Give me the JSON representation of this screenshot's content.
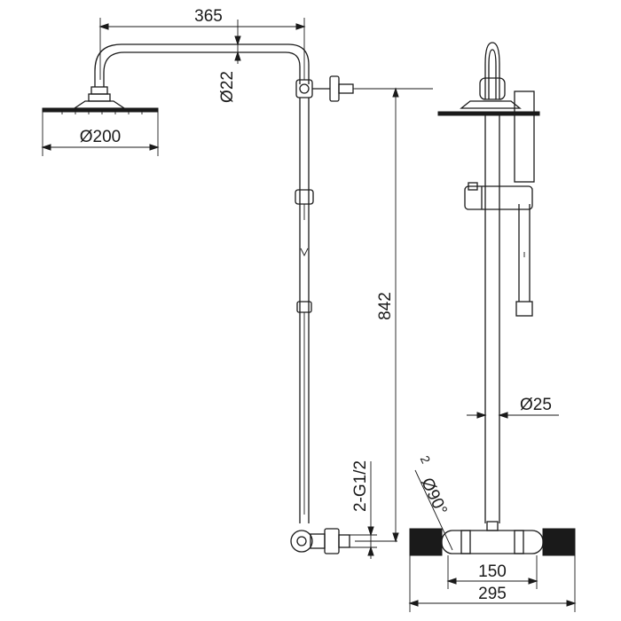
{
  "dimensions": {
    "arm_length": "365",
    "pipe_diameter": "Ø22",
    "head_diameter": "Ø200",
    "height": "842",
    "bar_diameter": "Ø25",
    "inlet_thread": "2-G1/2",
    "inlet_pitch": "Ø90°",
    "inlet_pitch_suffix": "2",
    "center_distance": "150",
    "overall_width": "295"
  },
  "colors": {
    "ink": "#1a1a1a",
    "background": "#ffffff"
  }
}
